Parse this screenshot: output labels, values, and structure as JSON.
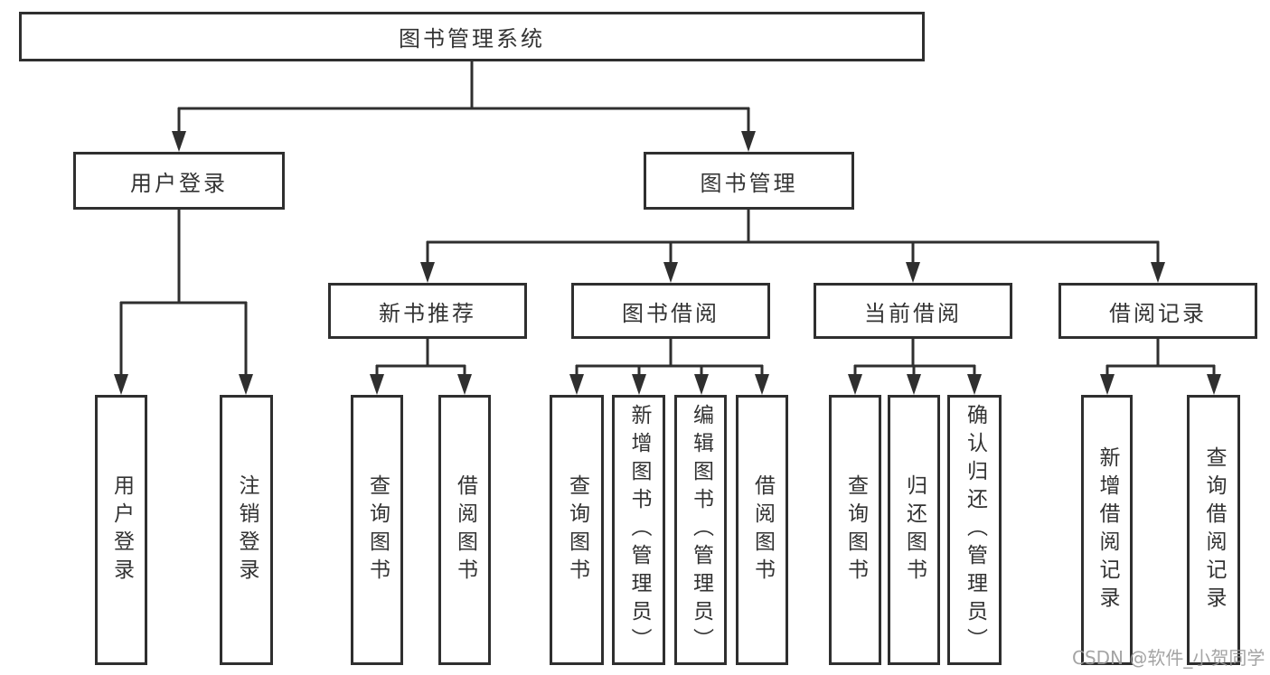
{
  "tree": {
    "root": {
      "label": "图书管理系统",
      "children": [
        {
          "label": "用户登录",
          "children": [
            {
              "label": "用户登录"
            },
            {
              "label": "注销登录"
            }
          ]
        },
        {
          "label": "图书管理",
          "children": [
            {
              "label": "新书推荐",
              "children": [
                {
                  "label": "查询图书"
                },
                {
                  "label": "借阅图书"
                }
              ]
            },
            {
              "label": "图书借阅",
              "children": [
                {
                  "label": "查询图书"
                },
                {
                  "label": "新增图书（管理员）"
                },
                {
                  "label": "编辑图书（管理员）"
                },
                {
                  "label": "借阅图书"
                }
              ]
            },
            {
              "label": "当前借阅",
              "children": [
                {
                  "label": "查询图书"
                },
                {
                  "label": "归还图书"
                },
                {
                  "label": "确认归还（管理员）"
                }
              ]
            },
            {
              "label": "借阅记录",
              "children": [
                {
                  "label": "新增借阅记录"
                },
                {
                  "label": "查询借阅记录"
                }
              ]
            }
          ]
        }
      ]
    }
  },
  "watermark": {
    "text": "CSDN @软件_小贺同学"
  },
  "colors": {
    "line": "#2f2f2f",
    "border": "#2f2f2f",
    "text": "#333333",
    "watermark": "#9a9a9a",
    "background": "#ffffff"
  }
}
